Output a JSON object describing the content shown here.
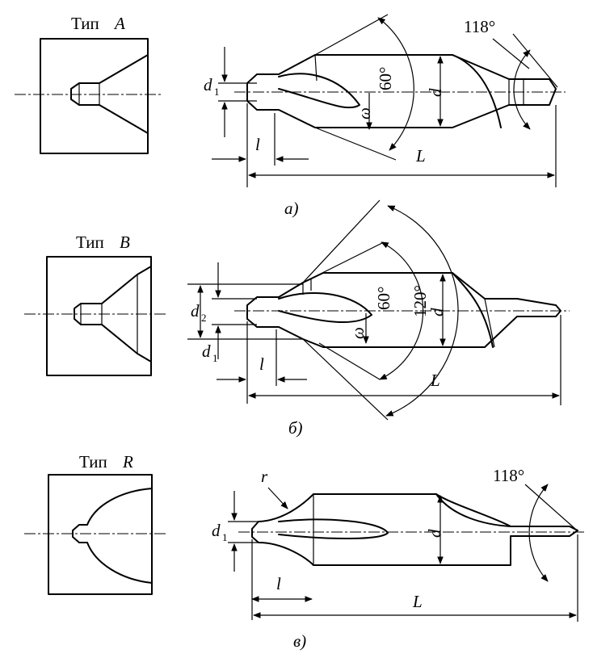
{
  "type_a": {
    "label": "Тип",
    "letter": "A"
  },
  "type_b": {
    "label": "Тип",
    "letter": "B"
  },
  "type_r": {
    "label": "Тип",
    "letter": "R"
  },
  "sym": {
    "d": "d",
    "d1": "d",
    "d2": "d",
    "sub1": "1",
    "sub2": "2",
    "l": "l",
    "L": "L",
    "omega": "ω",
    "r": "r"
  },
  "angles": {
    "a60": "60°",
    "a118": "118°",
    "b60": "60°",
    "b120": "120°",
    "v118": "118°"
  },
  "captions": {
    "a": "a)",
    "b": "б)",
    "v": "в)"
  }
}
